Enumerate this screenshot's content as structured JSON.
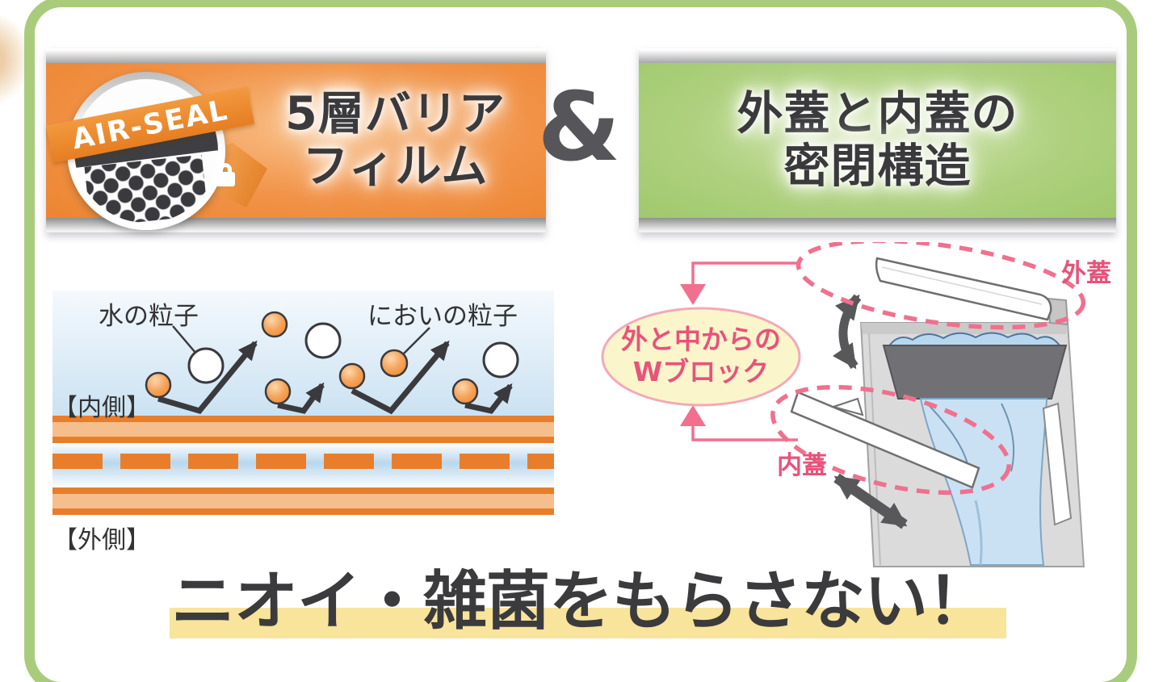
{
  "header": {
    "badge_label": "AIR-SEAL",
    "left_banner_line1": "5層バリア",
    "left_banner_line2": "フィルム",
    "ampersand": "&",
    "right_banner_line1": "外蓋と内蓋の",
    "right_banner_line2": "密閉構造"
  },
  "film_diagram": {
    "label_water": "水の粒子",
    "label_odor": "においの粒子",
    "label_inside": "【内側】",
    "label_outside": "【外側】"
  },
  "lid_diagram": {
    "callout_line1": "外と中からの",
    "callout_line2": "Wブロック",
    "label_outer_lid": "外蓋",
    "label_inner_lid": "内蓋"
  },
  "footer": {
    "headline": "ニオイ・雑菌をもらさない！"
  },
  "colors": {
    "accent_orange": "#EE8C36",
    "accent_green": "#A9CC7C",
    "accent_pink": "#E8537A",
    "film_layer_orange": "#E87E2B",
    "highlight_yellow": "#F8E49B",
    "text_dark": "#3A3A3C"
  }
}
